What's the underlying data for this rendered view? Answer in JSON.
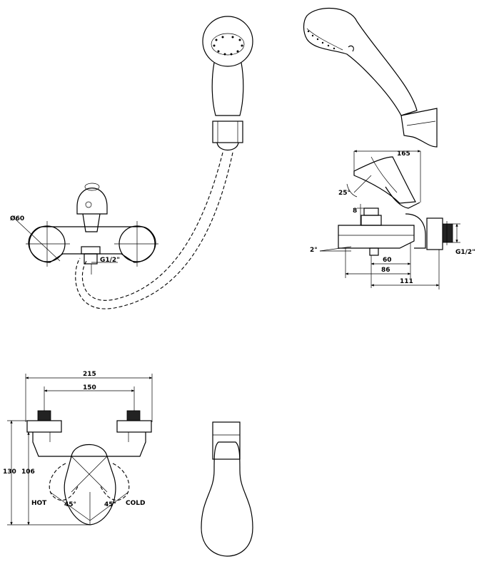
{
  "dimensions": {
    "side_total_length": "165",
    "side_lever_angle": "25°",
    "side_spout_gap": "8",
    "side_spout_angle": "2°",
    "side_spout_a": "60",
    "side_spout_b": "86",
    "side_depth": "111",
    "side_thread": "G1/2\"",
    "front_thread": "G1/2\"",
    "front_diameter": "Ø60",
    "bottom_total_width": "215",
    "bottom_center_width": "150",
    "bottom_height_outer": "130",
    "bottom_height_inner": "106",
    "bottom_angle_left": "45°",
    "bottom_angle_right": "45°"
  },
  "labels": {
    "hot": "HOT",
    "cold": "COLD"
  }
}
